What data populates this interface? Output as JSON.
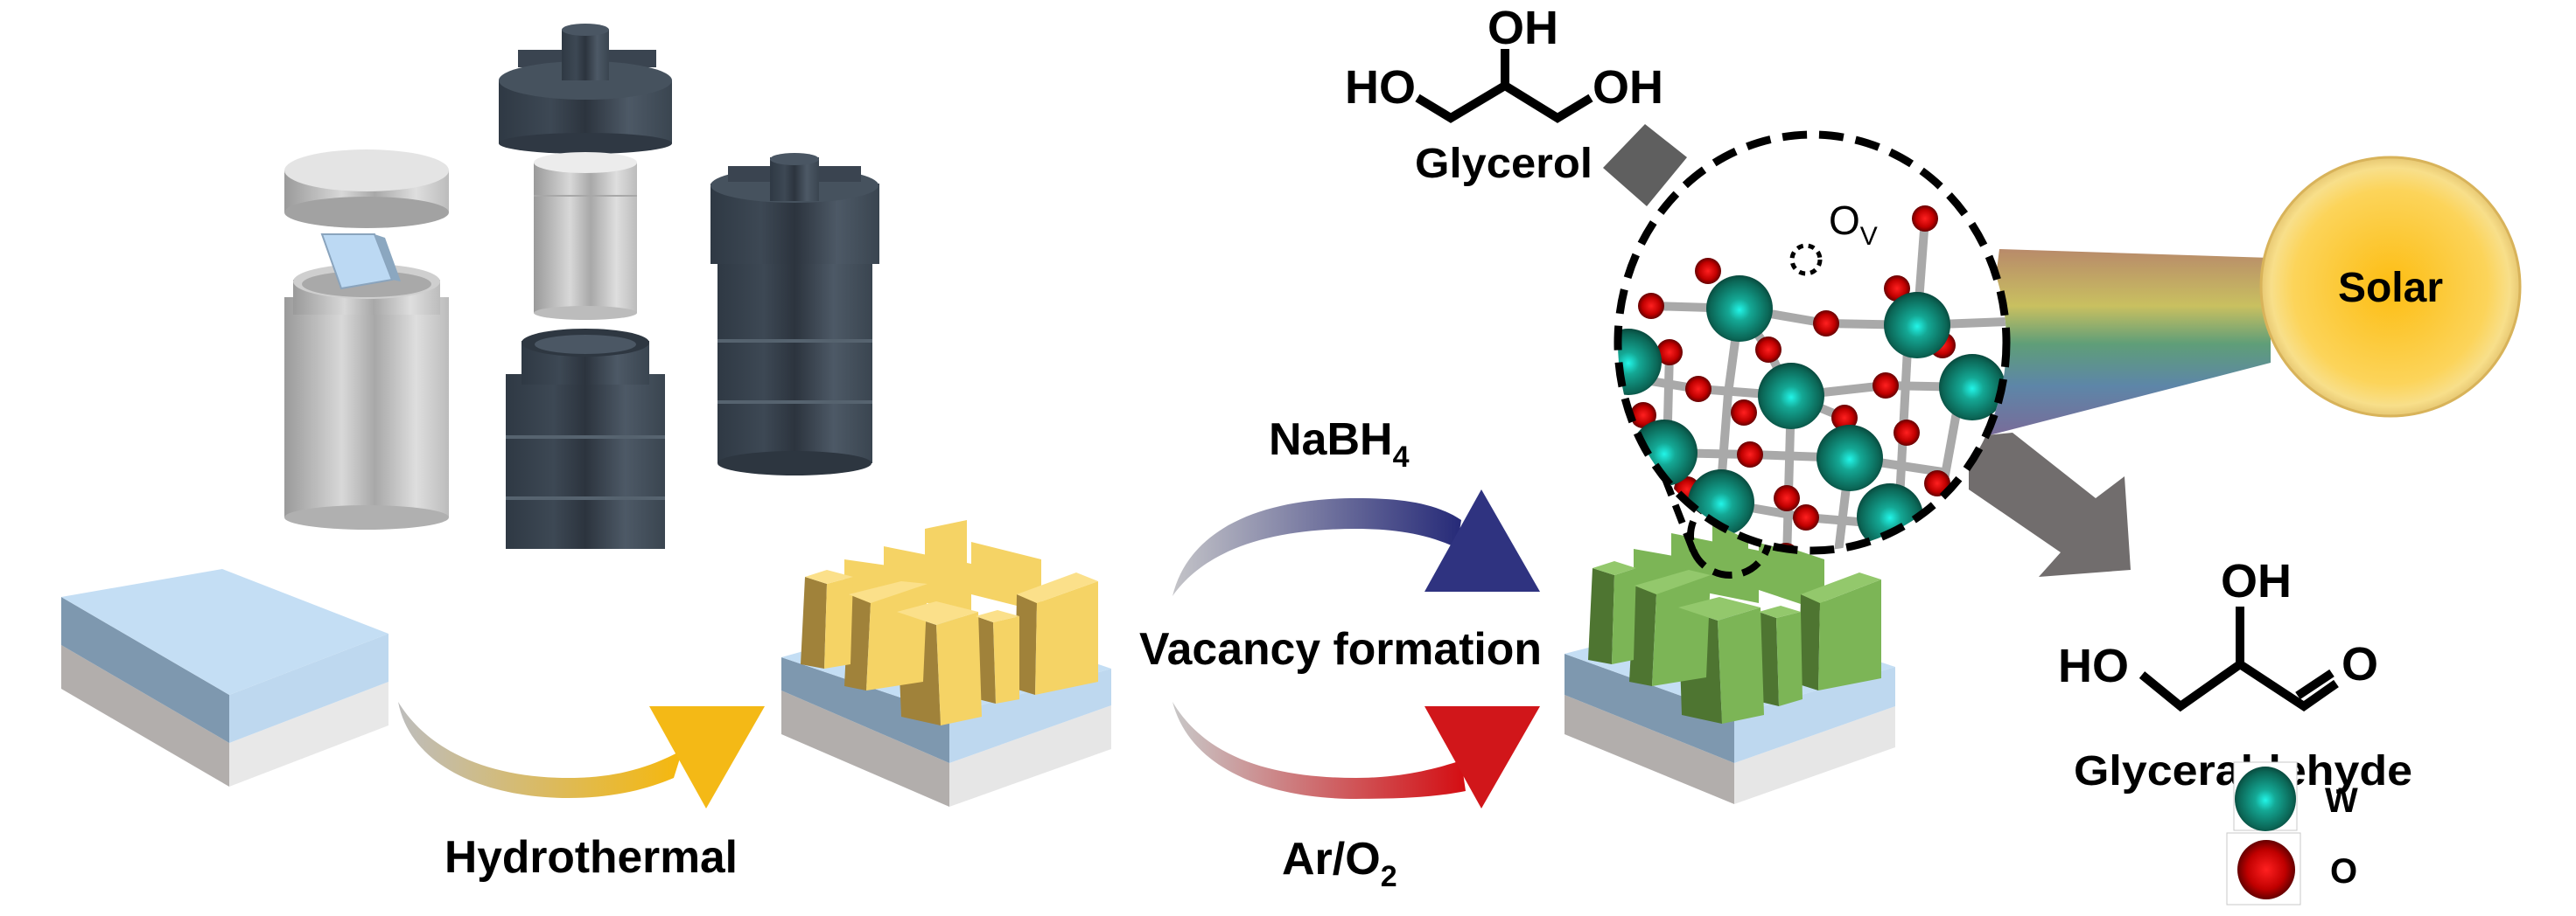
{
  "figure": {
    "process_steps": {
      "hydrothermal_label": "Hydrothermal",
      "reduction_label": "NaBH",
      "reduction_subscript": "4",
      "center_label": "Vacancy formation",
      "annealing_label": "Ar/O",
      "annealing_subscript": "2"
    },
    "reactant": {
      "name": "Glycerol",
      "groups": {
        "top": "OH",
        "left": "HO",
        "right": "OH"
      }
    },
    "product": {
      "name": "Glyceraldehyde",
      "groups": {
        "top": "OH",
        "left": "HO",
        "right": "O"
      }
    },
    "light_source": {
      "label": "Solar"
    },
    "lattice_inset": {
      "vacancy_label": "O",
      "vacancy_subscript": "V"
    },
    "legend": {
      "items": [
        {
          "label": "W",
          "color": "#0f8a7a"
        },
        {
          "label": "O",
          "color": "#d00000"
        }
      ]
    },
    "colors": {
      "substrate_top": "#c3dcf2",
      "substrate_base": "#e6e6e6",
      "pristine_film": "#f7d56a",
      "vacancy_film": "#7fb85a",
      "autoclave_shell": "#3e4a56",
      "liner": "#d2d2d2",
      "reduction_arrow": "#2c2f7a",
      "annealing_arrow": "#cc1010",
      "hydrothermal_arrow": "#f2b812",
      "sun": "#fbbf1a"
    }
  }
}
